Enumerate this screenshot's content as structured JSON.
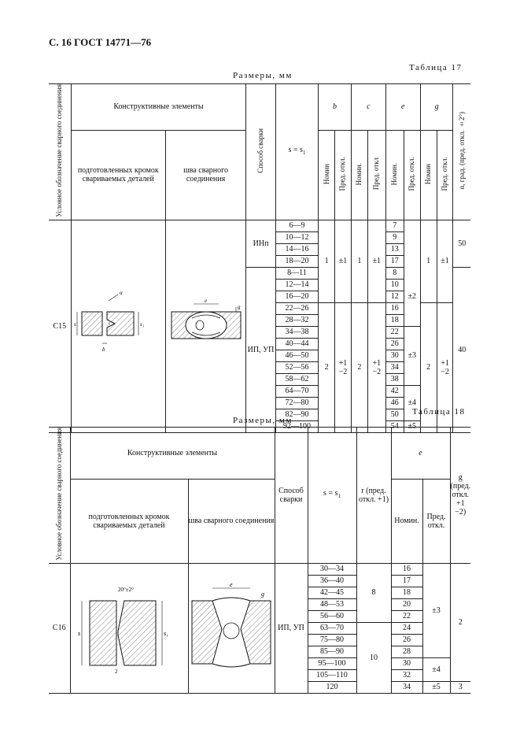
{
  "header": "С. 16 ГОСТ 14771—76",
  "table17": {
    "caption": "Таблица 17",
    "dims": "Размеры, мм",
    "col_designation": "Условное обозначение сварного соединения",
    "col_elements": "Конструктивные элементы",
    "col_prepared": "подготовленных кромок свариваемых деталей",
    "col_weld": "шва сварного соединения",
    "col_method": "Способ сварки",
    "col_s": "s = s",
    "col_s_sub": "1",
    "col_b": "b",
    "col_c": "c",
    "col_e": "e",
    "col_g": "g",
    "col_nom": "Номин",
    "col_nom2": "Номин.",
    "col_dev": "Пред. откл.",
    "col_dev2": "Пред. откл",
    "col_alpha": "α, град. (пред. откл. ±2°)",
    "designation": "С15",
    "method1": "ИНп",
    "method2": "ИП, УП",
    "s_values": [
      "6—9",
      "10—12",
      "14—16",
      "18—20",
      "8—11",
      "12—14",
      "16—20",
      "22—26",
      "28—32",
      "34—38",
      "40—44",
      "46—50",
      "52—56",
      "58—62",
      "64—70",
      "72—80",
      "82—90",
      "92—100"
    ],
    "e_values": [
      "7",
      "9",
      "13",
      "17",
      "8",
      "10",
      "12",
      "16",
      "18",
      "22",
      "26",
      "30",
      "34",
      "38",
      "42",
      "46",
      "50",
      "54"
    ],
    "b1": "1",
    "b1dev": "±1",
    "c1": "1",
    "c1dev": "±1",
    "g1": "1",
    "g1dev": "±1",
    "b2": "2",
    "b2dev": "+1 −2",
    "c2": "2",
    "c2dev": "+1 −2",
    "g2": "2",
    "g2dev": "+1 −2",
    "edev1": "±2",
    "edev2": "±3",
    "edev3": "±4",
    "edev4": "±5",
    "alpha1": "50",
    "alpha2": "40"
  },
  "table18": {
    "caption": "Таблица 18",
    "dims": "Размеры, мм",
    "col_designation": "Условное обозначение сварного соединения",
    "col_elements": "Конструктивные элементы",
    "col_prepared": "подготовленных кромок свариваемых деталей",
    "col_weld": "шва сварного соединения",
    "col_method": "Способ сварки",
    "col_s": "s = s",
    "col_s_sub": "1",
    "col_r": "r (пред. откл. +1)",
    "col_e": "e",
    "col_nom": "Номин.",
    "col_dev": "Пред. откл.",
    "col_g": "g (пред. откл. +1 −2)",
    "designation": "С16",
    "method": "ИП, УП",
    "s_values": [
      "30—34",
      "36—40",
      "42—45",
      "48—53",
      "56—60",
      "63—70",
      "75—80",
      "85—90",
      "95—100",
      "105—110",
      "120"
    ],
    "e_values": [
      "16",
      "17",
      "18",
      "20",
      "22",
      "24",
      "26",
      "28",
      "30",
      "32",
      "34"
    ],
    "r1": "8",
    "r2": "10",
    "edev1": "±3",
    "edev2": "±4",
    "edev3": "±5",
    "g1": "2",
    "g2": "3"
  }
}
